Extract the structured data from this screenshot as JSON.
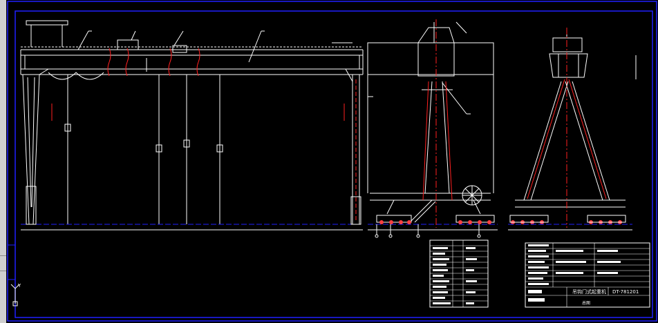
{
  "title_block": {
    "drawing_name": "吊钩门式起重机",
    "drawing_number": "DT-781201",
    "sheet_title": "总图"
  },
  "axis_indicator": {
    "y_label": "Y"
  },
  "colors": {
    "background": "#000000",
    "border": "#2020ff",
    "lines": "#ffffff",
    "centerline": "#ff2020",
    "accent": "#ff00ff"
  }
}
